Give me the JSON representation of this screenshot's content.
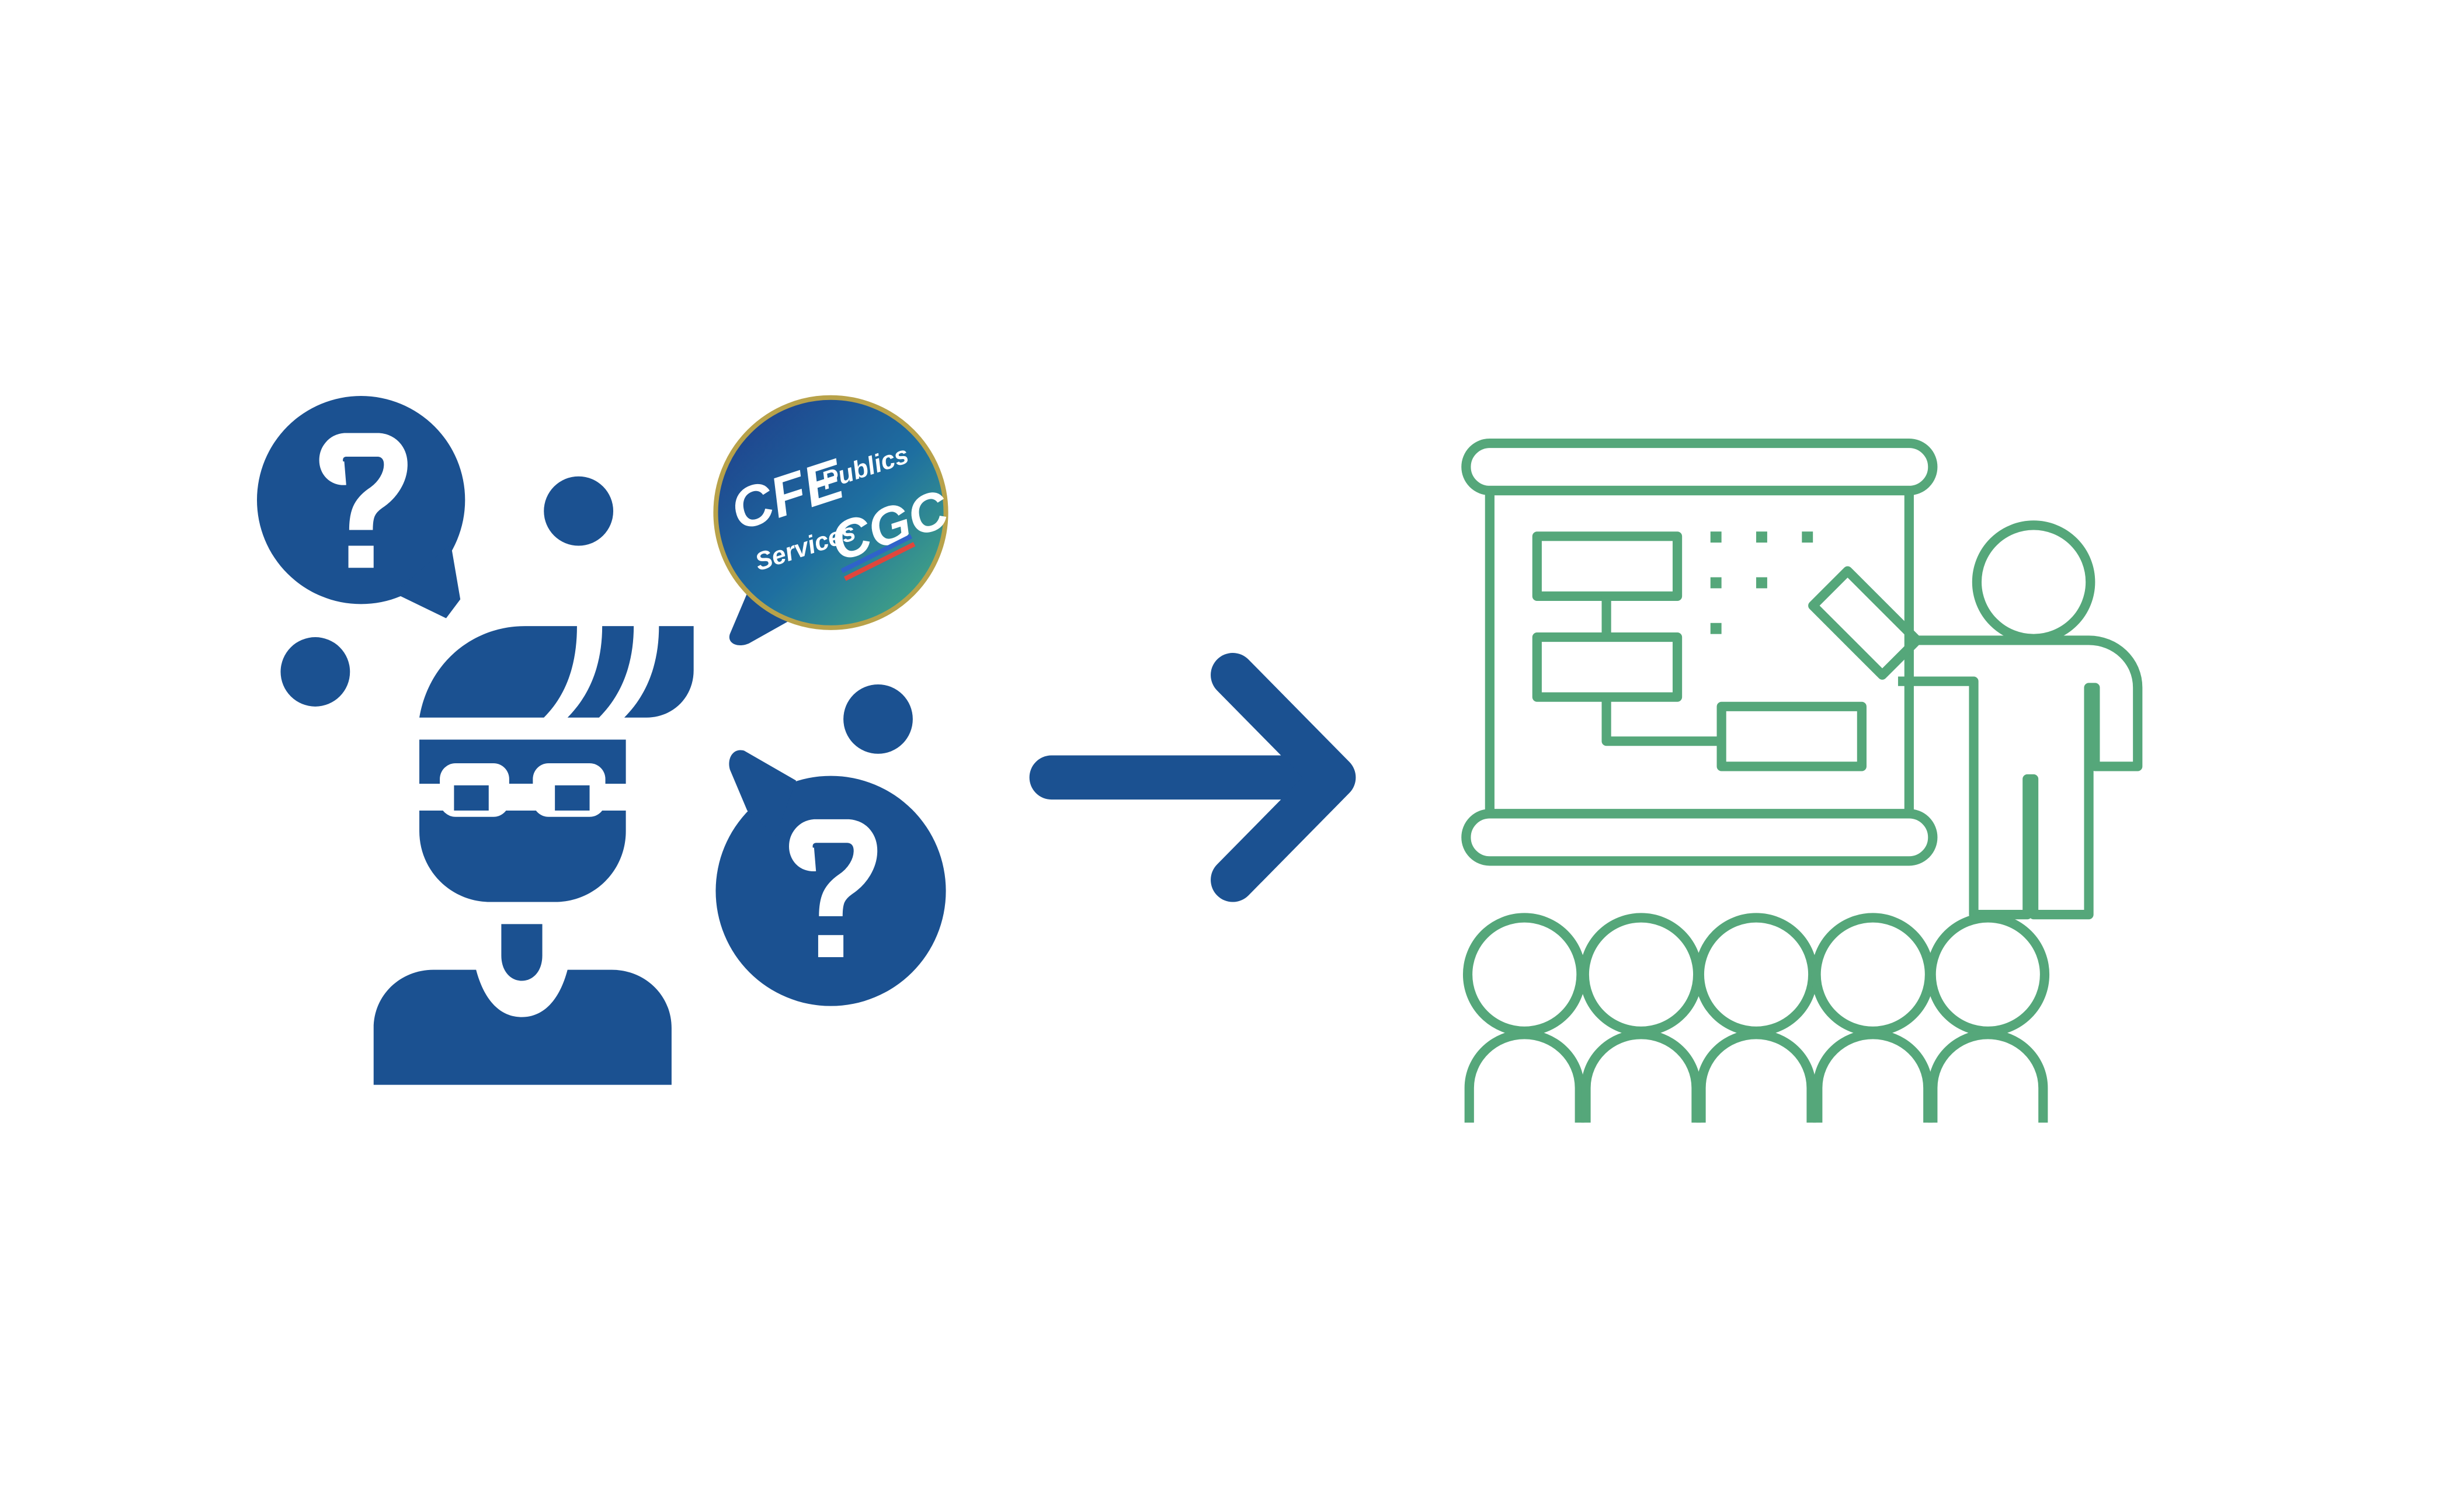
{
  "colors": {
    "background": "#ffffff",
    "primary_blue": "#1b5191",
    "green": "#55a77a",
    "logo_gradient_start": "#1f3a8a",
    "logo_gradient_mid": "#1e6fa0",
    "logo_gradient_end": "#4db37c",
    "logo_ring": "#b8a24a",
    "logo_stripe_blue": "#2f63c9",
    "logo_stripe_red": "#e0463c"
  },
  "icons": {
    "left": "confused-person-icon",
    "middle": "arrow-right-icon",
    "right": "presentation-audience-icon"
  },
  "logo": {
    "line1": "CFE",
    "line2": "Services",
    "line3": "Publics",
    "line4": "CGC"
  }
}
